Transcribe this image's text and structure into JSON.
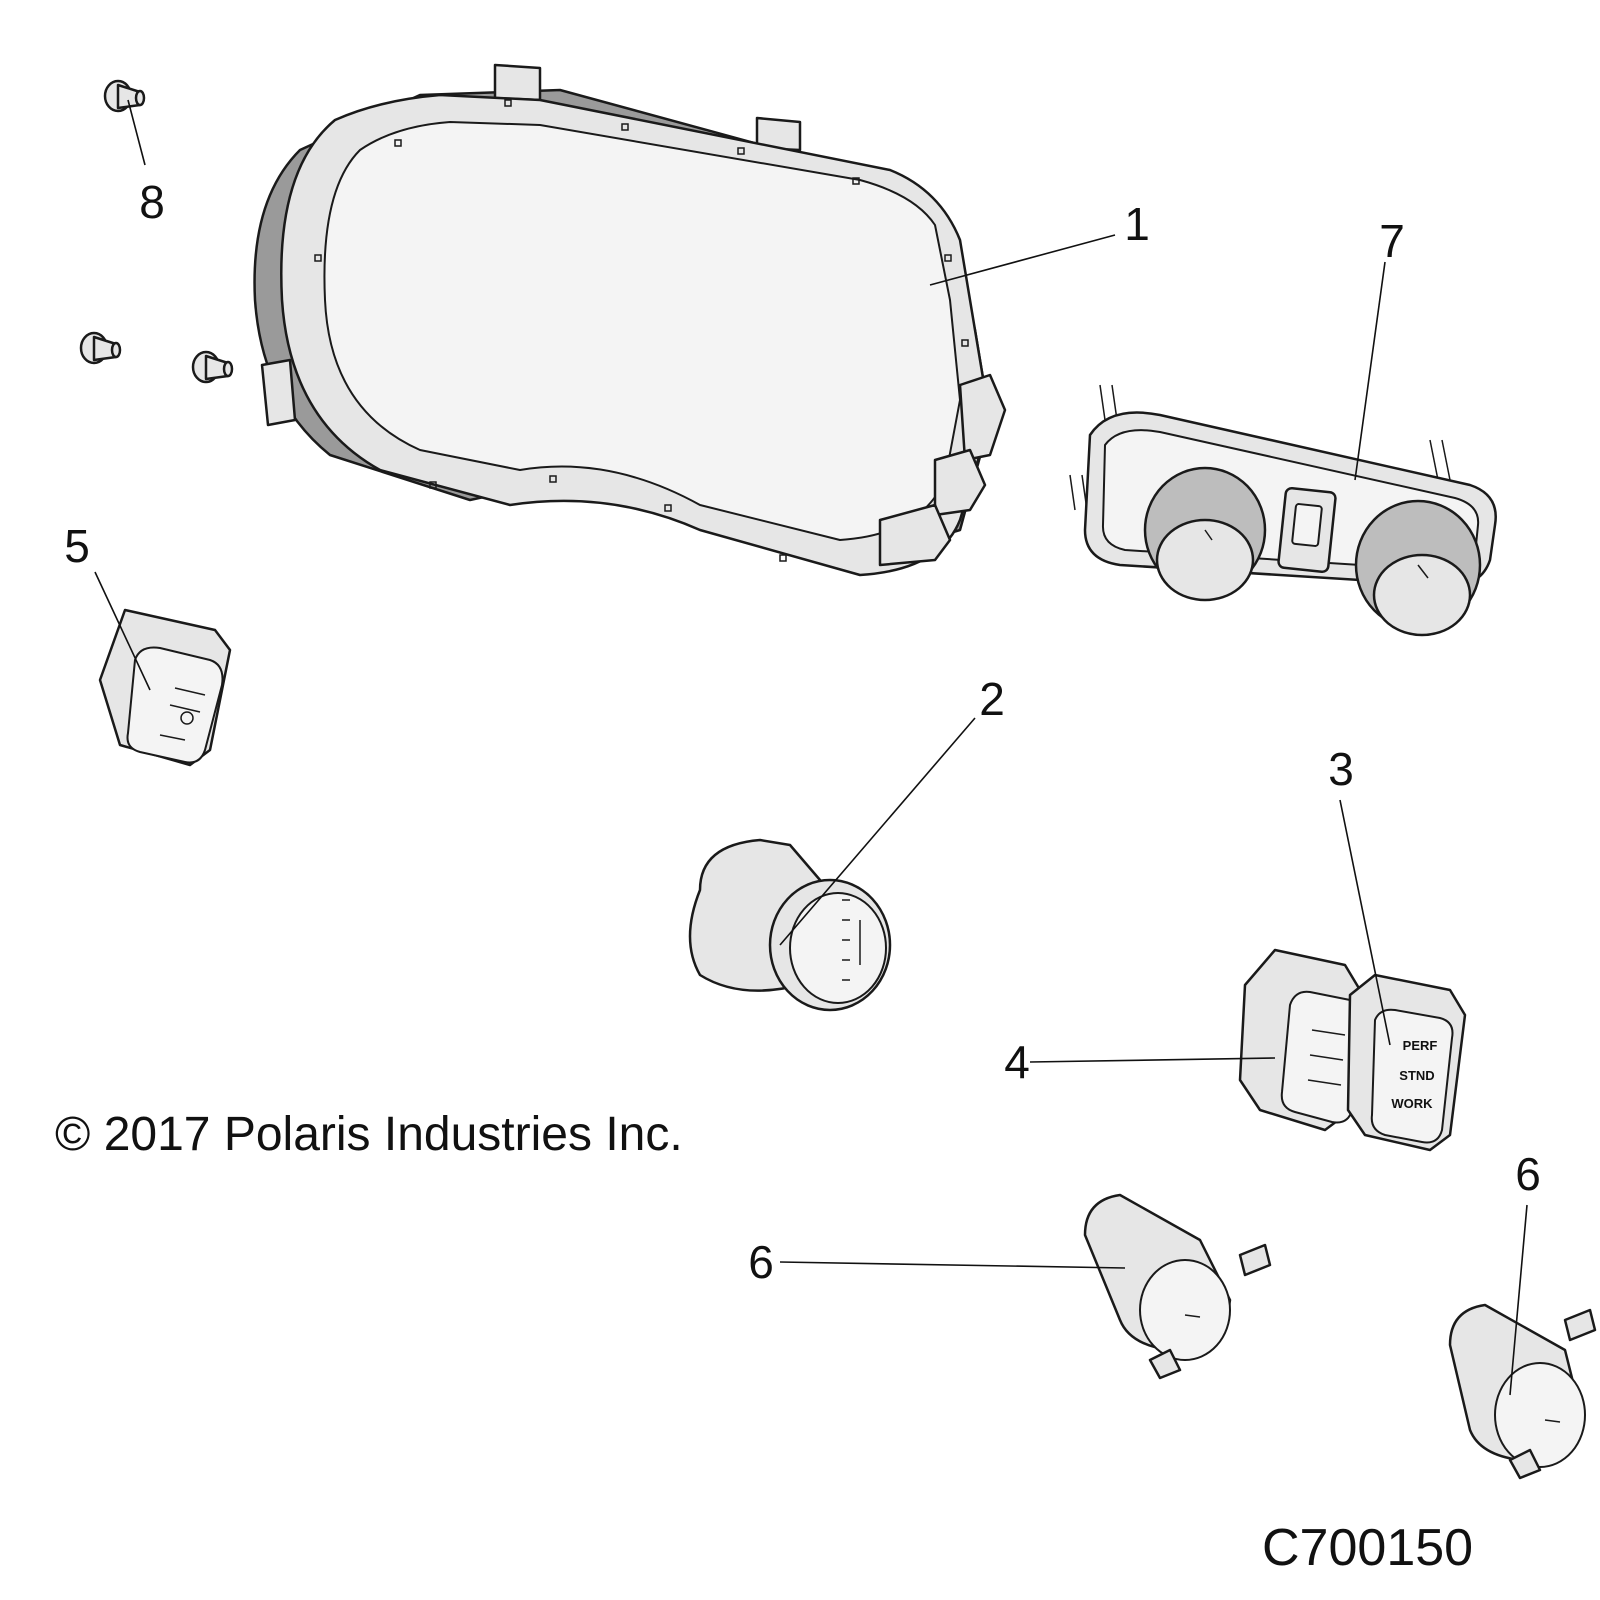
{
  "callouts": {
    "c1": "1",
    "c2": "2",
    "c3": "3",
    "c4": "4",
    "c5": "5",
    "c6a": "6",
    "c6b": "6",
    "c7": "7",
    "c8": "8"
  },
  "switch_legend": {
    "perf": "PERF",
    "stnd": "STND",
    "work": "WORK"
  },
  "copyright": "© 2017 Polaris Industries Inc.",
  "figure_id": "C700150"
}
